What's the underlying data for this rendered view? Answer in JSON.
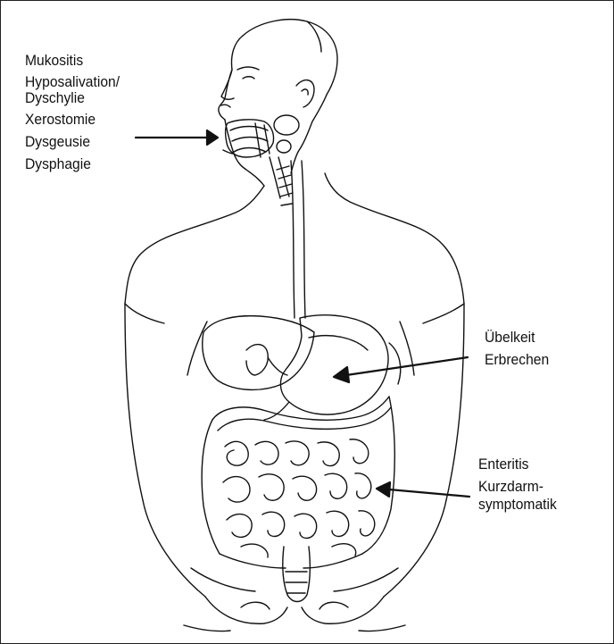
{
  "mouth_symptoms": [
    "Mukositis",
    "Hyposalivation/",
    "Dyschylie",
    "Xerostomie",
    "Dysgeusie",
    "Dysphagie"
  ],
  "stomach_symptoms": [
    "Übelkeit",
    "Erbrechen"
  ],
  "intestine_symptoms": [
    "Enteritis",
    "Kurzdarm-",
    "symptomatik"
  ],
  "colors": {
    "line": "#111111",
    "background": "#ffffff"
  }
}
